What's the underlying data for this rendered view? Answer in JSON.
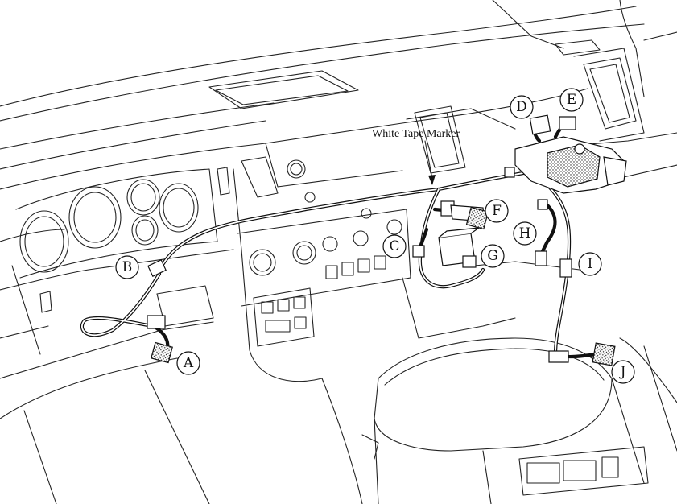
{
  "diagram": {
    "marker_label": "White Tape Marker",
    "callouts": [
      "A",
      "B",
      "C",
      "D",
      "E",
      "F",
      "G",
      "H",
      "I",
      "J"
    ]
  }
}
